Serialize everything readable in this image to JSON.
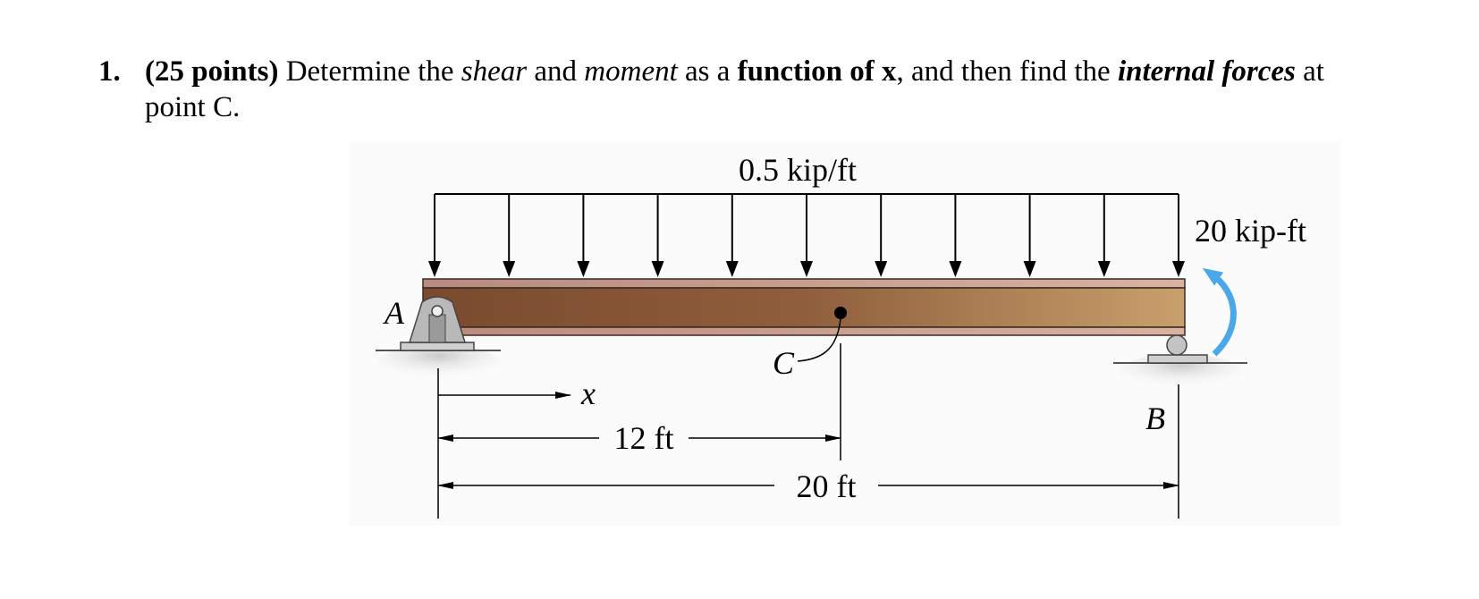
{
  "problem": {
    "number": "1.",
    "points": "(25 points)",
    "t1": " Determine the ",
    "t2": "shear",
    "t3": " and ",
    "t4": "moment",
    "t5": " as a ",
    "t6": "function of x",
    "t7": ", and then find the ",
    "t8": "internal forces",
    "t9": " at",
    "line2": "point C."
  },
  "figure": {
    "load_label": "0.5 kip/ft",
    "moment_label": "20 kip-ft",
    "support_a": "A",
    "support_b": "B",
    "point_c": "C",
    "x_label": "x",
    "dim_ac": "12 ft",
    "dim_ab": "20 ft"
  },
  "colors": {
    "moment_arrow": "#4aa8e8",
    "beam_dark": "#7a4a2e",
    "beam_light": "#c8a070"
  }
}
